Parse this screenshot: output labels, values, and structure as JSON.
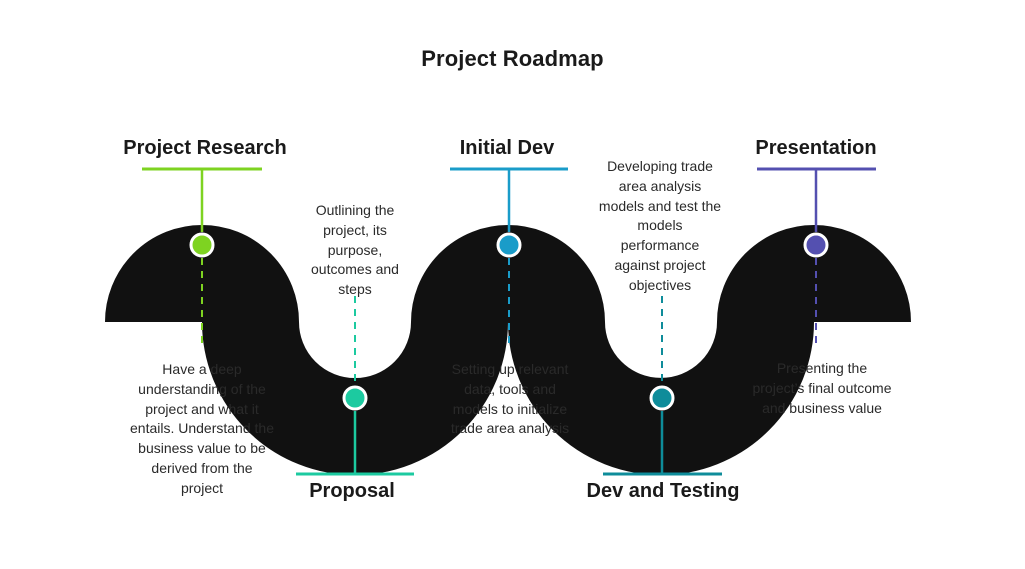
{
  "title": "Project Roadmap",
  "stages": [
    {
      "title": "Project Research",
      "description": [
        "Have a deep",
        "understanding of the",
        "project and what it",
        "entails. Understand the",
        "business value to be",
        "derived from the",
        "project"
      ],
      "color": "#7ed321"
    },
    {
      "title": "Proposal",
      "description": [
        "Outlining the",
        "project, its",
        "purpose,",
        "outcomes and",
        "steps"
      ],
      "color": "#1ccaa0"
    },
    {
      "title": "Initial Dev",
      "description": [
        "Setting up relevant",
        "data, tools and",
        "models to initialize",
        "trade area analysis"
      ],
      "color": "#1a9cc9"
    },
    {
      "title": "Dev and Testing",
      "description": [
        "Developing trade",
        "area analysis",
        "models and test the",
        "models",
        "performance",
        "against project",
        "objectives"
      ],
      "color": "#0e8c9a"
    },
    {
      "title": "Presentation",
      "description": [
        "Presenting the",
        "project’s final outcome",
        "and business value"
      ],
      "color": "#5450b0"
    }
  ]
}
